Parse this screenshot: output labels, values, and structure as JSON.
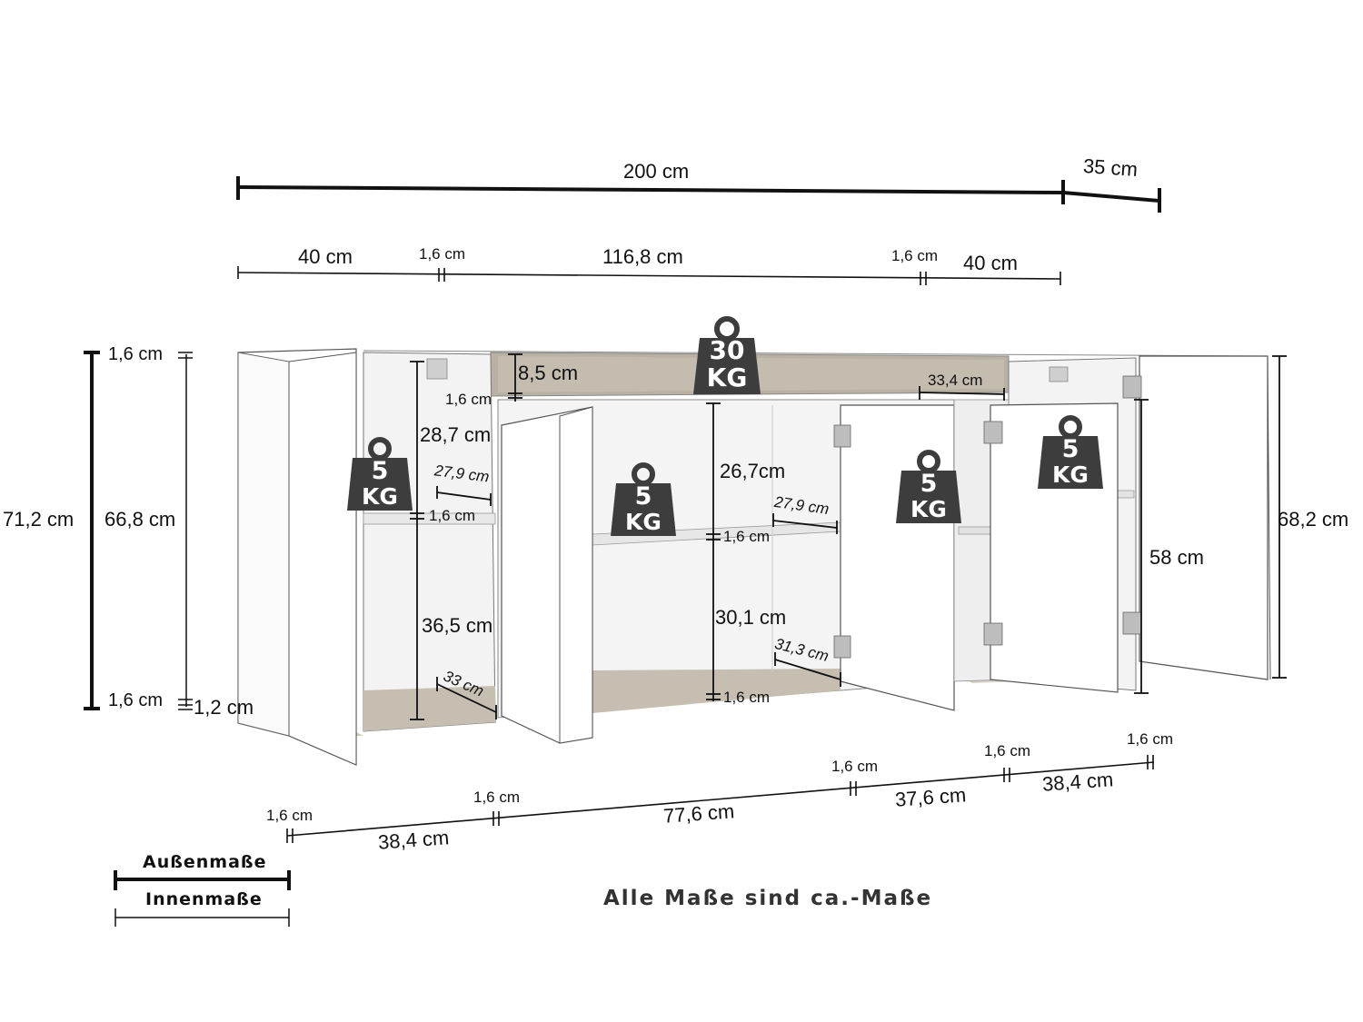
{
  "overall": {
    "width": "200 cm",
    "depth": "35 cm"
  },
  "top_segments": {
    "left": "40 cm",
    "gap_left": "1,6 cm",
    "middle": "116,8 cm",
    "gap_right": "1,6 cm",
    "right": "40 cm"
  },
  "left_side": {
    "top_thickness": "1,6 cm",
    "outer_height": "71,2 cm",
    "inner_height": "66,8 cm",
    "bottom_thickness": "1,6 cm",
    "foot": "1,2 cm"
  },
  "left_compartment": {
    "upper_height": "28,7 cm",
    "shelf_depth": "27,9 cm",
    "shelf_thickness": "1,6 cm",
    "lower_height": "36,5 cm",
    "bottom_depth": "33 cm"
  },
  "top_compartment": {
    "height": "8,5 cm",
    "thickness": "1,6 cm",
    "depth": "33,4 cm"
  },
  "middle_compartment": {
    "upper_height": "26,7cm",
    "shelf_depth": "27,9 cm",
    "shelf_thickness": "1,6 cm",
    "lower_height": "30,1 cm",
    "bottom_depth": "31,3 cm",
    "bottom_thickness": "1,6 cm"
  },
  "right_compartment": {
    "inner_height": "58 cm",
    "outer_height": "68,2 cm"
  },
  "bottom_segments": {
    "t1": "1,6 cm",
    "w1": "38,4 cm",
    "t2": "1,6 cm",
    "w2": "77,6 cm",
    "t3": "1,6 cm",
    "w3": "37,6 cm",
    "t4": "1,6 cm",
    "w4": "38,4 cm",
    "t5": "1,6 cm"
  },
  "weights": {
    "top": {
      "value": "30",
      "unit": "KG"
    },
    "left": {
      "value": "5",
      "unit": "KG"
    },
    "middle": {
      "value": "5",
      "unit": "KG"
    },
    "right_a": {
      "value": "5",
      "unit": "KG"
    },
    "right_b": {
      "value": "5",
      "unit": "KG"
    }
  },
  "legend": {
    "outer": "Außenmaße",
    "inner": "Innenmaße"
  },
  "note": "Alle Maße sind ca.-Maße",
  "colors": {
    "line": "#111111",
    "weight": "#3d3d3d",
    "wood": "#b9b2a4",
    "panel": "#ffffff",
    "edge": "#444444"
  }
}
